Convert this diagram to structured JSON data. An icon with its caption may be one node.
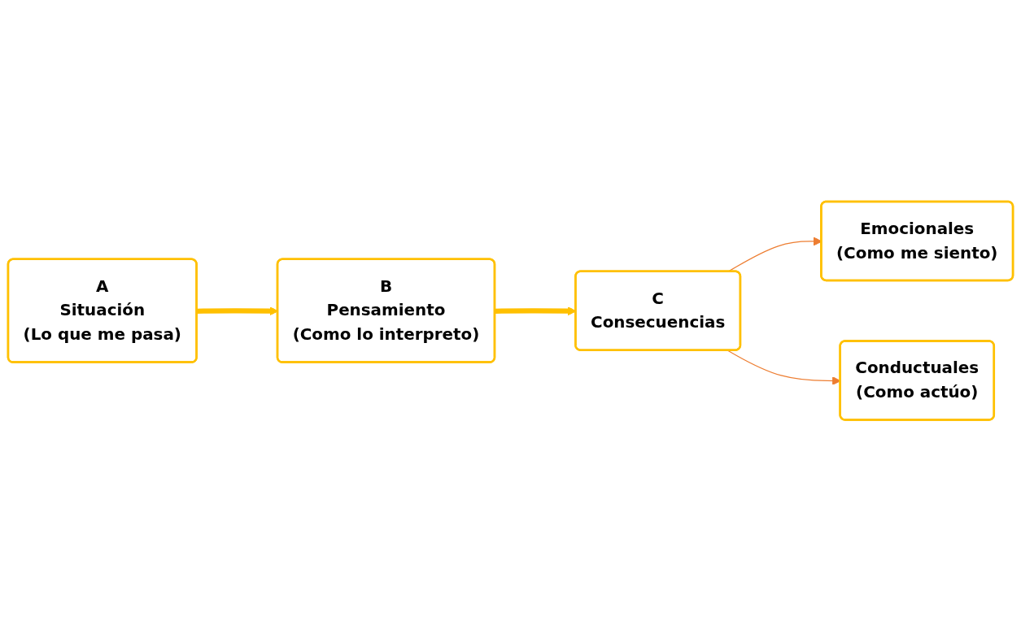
{
  "diagram": {
    "nodes": [
      {
        "text": [
          "A",
          "Situación",
          "(Lo que me pasa)"
        ]
      },
      {
        "text": [
          "B",
          "Pensamiento",
          "(Como lo interpreto)"
        ]
      },
      {
        "text": [
          "C",
          "Consecuencias"
        ]
      },
      {
        "text": [
          "Emocionales",
          "(Como me siento)"
        ]
      },
      {
        "text": [
          "Conductuales",
          "(Como actúo)"
        ]
      }
    ],
    "edges": [
      {
        "from": 0,
        "to": 1,
        "arrow": "to",
        "style": "thick",
        "color": "#ffc000"
      },
      {
        "from": 1,
        "to": 2,
        "arrow": "to",
        "style": "thick",
        "color": "#ffc000"
      },
      {
        "from": 2,
        "to": 3,
        "arrow": "to",
        "color": "#ed7d31"
      },
      {
        "from": 2,
        "to": 4,
        "arrow": "to",
        "color": "#ed7d31"
      }
    ]
  }
}
